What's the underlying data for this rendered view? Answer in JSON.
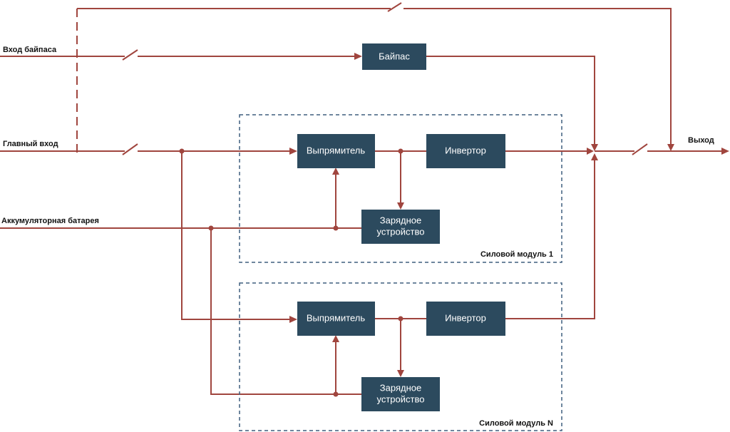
{
  "labels": {
    "bypass_input": "Вход байпаса",
    "main_input": "Главный вход",
    "battery": "Аккумуляторная батарея",
    "output": "Выход"
  },
  "blocks": {
    "bypass": "Байпас",
    "rectifier": "Выпрямитель",
    "inverter": "Инвертор",
    "charger_line1": "Зарядное",
    "charger_line2": "устройство"
  },
  "modules": {
    "module_1": "Силовой модуль 1",
    "module_n": "Силовой модуль N"
  },
  "colors": {
    "wire": "#a0453e",
    "block": "#2c4a5e",
    "frame": "#3f5f7f"
  }
}
